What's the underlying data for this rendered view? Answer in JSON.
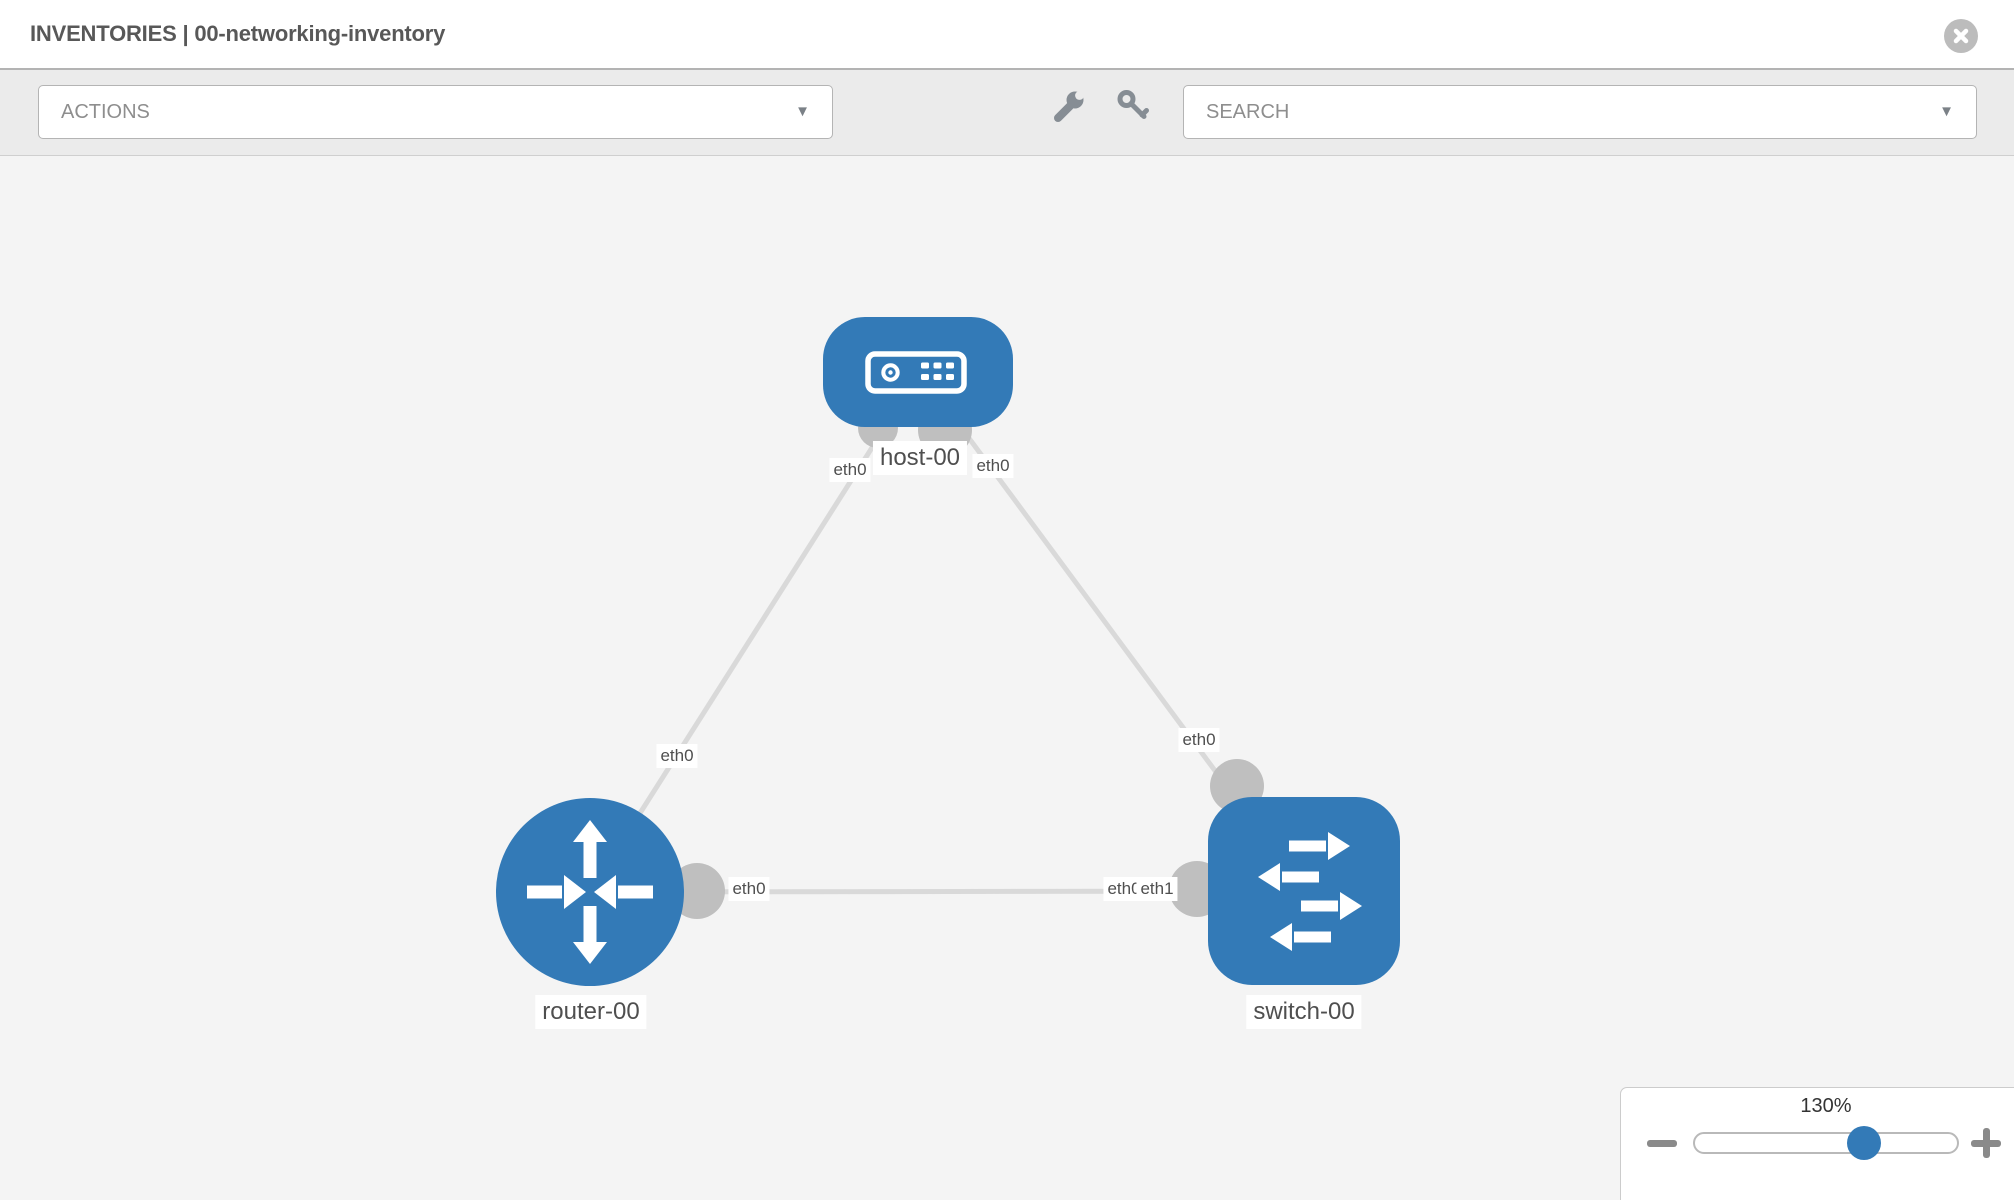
{
  "header": {
    "title": "INVENTORIES | 00-networking-inventory",
    "close_icon": "close-icon"
  },
  "toolbar": {
    "actions_placeholder": "ACTIONS",
    "search_placeholder": "SEARCH",
    "caret": "▼",
    "icons": [
      "wrench-icon",
      "key-icon"
    ]
  },
  "topology": {
    "nodes": [
      {
        "id": "host-00",
        "type": "host",
        "label": "host-00"
      },
      {
        "id": "router-00",
        "type": "router",
        "label": "router-00"
      },
      {
        "id": "switch-00",
        "type": "switch",
        "label": "switch-00"
      }
    ],
    "links": [
      {
        "from": "host-00",
        "from_interface": "eth0",
        "to": "router-00",
        "to_interface": "eth0"
      },
      {
        "from": "host-00",
        "from_interface": "eth0",
        "to": "switch-00",
        "to_interface": "eth0"
      },
      {
        "from": "router-00",
        "from_interface": "eth0",
        "to": "switch-00",
        "to_interface": "eth1",
        "to_interface_overlapped": "eth0"
      }
    ]
  },
  "zoom_control": {
    "level_label": "130%",
    "percent": 130,
    "minus_icon": "minus-icon",
    "plus_icon": "plus-icon"
  },
  "colors": {
    "node_blue": "#337ab7",
    "link_gray": "#d9d9d9",
    "port_gray": "#bfbfbf",
    "toolbar_bg": "#ebebeb",
    "canvas_bg": "#f4f4f4",
    "label_text": "#4f4f4f"
  }
}
